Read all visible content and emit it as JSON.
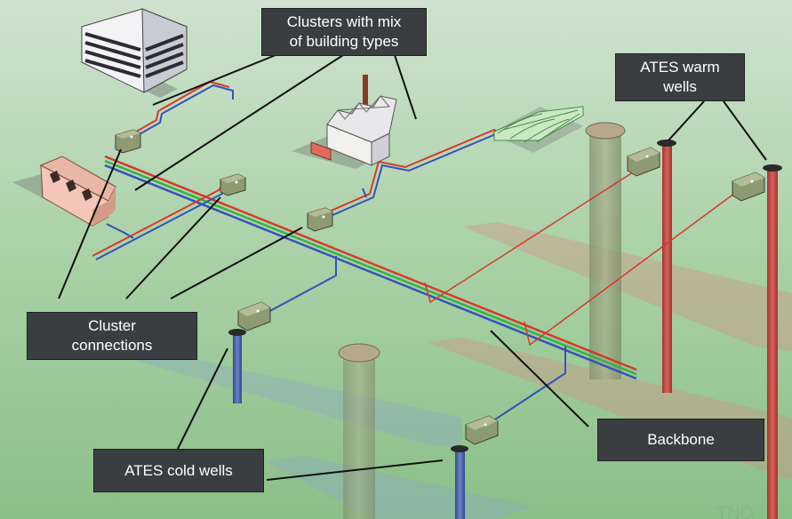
{
  "labels": {
    "clusters_mix": [
      "Clusters with mix",
      "of building types"
    ],
    "warm_wells": [
      "ATES warm",
      "wells"
    ],
    "cluster_connections": [
      "Cluster",
      "connections"
    ],
    "backbone": "Backbone",
    "cold_wells": "ATES cold wells"
  },
  "colors": {
    "background_top": "#c6dcc8",
    "background_bottom": "#8cbf8a",
    "label_bg": "#3b3e41",
    "label_text": "#ffffff",
    "pipe_warm": "#d63a2a",
    "pipe_cold": "#3553b8",
    "pipe_green": "#35b24a",
    "warm_well": "#c44a45",
    "cold_well": "#4a63a8",
    "station": "#8d9a72"
  }
}
